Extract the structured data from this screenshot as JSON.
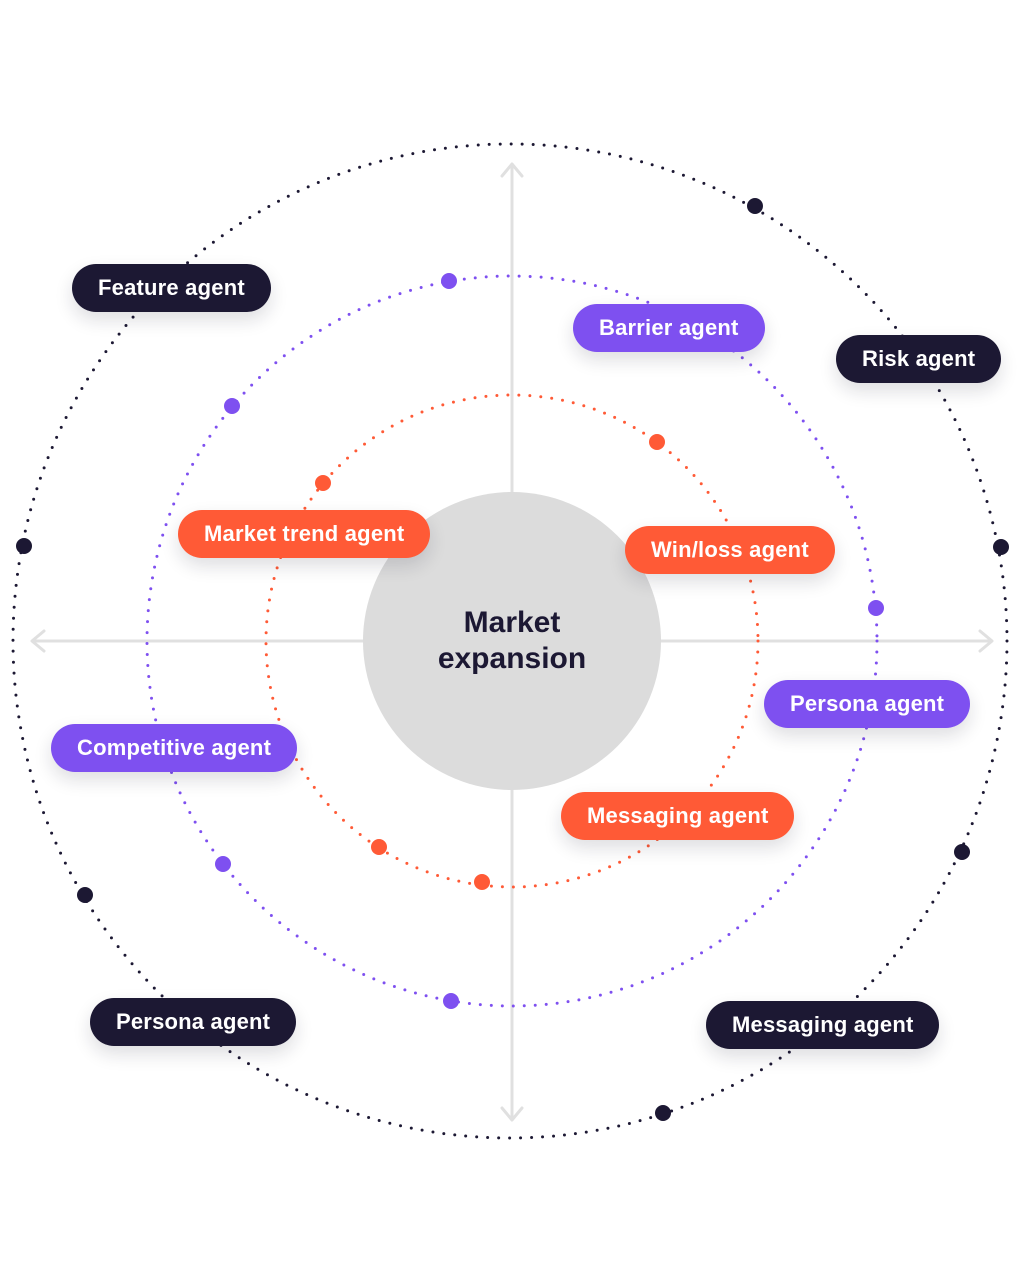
{
  "center": {
    "title": "Market expansion"
  },
  "rings": {
    "outer": {
      "color": "#1c1833",
      "labels": [
        "Feature agent",
        "Risk agent",
        "Persona agent",
        "Messaging agent"
      ]
    },
    "middle": {
      "color": "#7e50f0",
      "labels": [
        "Barrier agent",
        "Persona agent",
        "Competitive agent"
      ]
    },
    "inner": {
      "color": "#ff5a36",
      "labels": [
        "Market trend agent",
        "Win/loss agent",
        "Messaging agent"
      ]
    }
  },
  "colors": {
    "hub": "#dcdcdc",
    "axis": "#e0e0e0",
    "dark": "#1c1833",
    "purple": "#7e50f0",
    "orange": "#ff5a36"
  }
}
